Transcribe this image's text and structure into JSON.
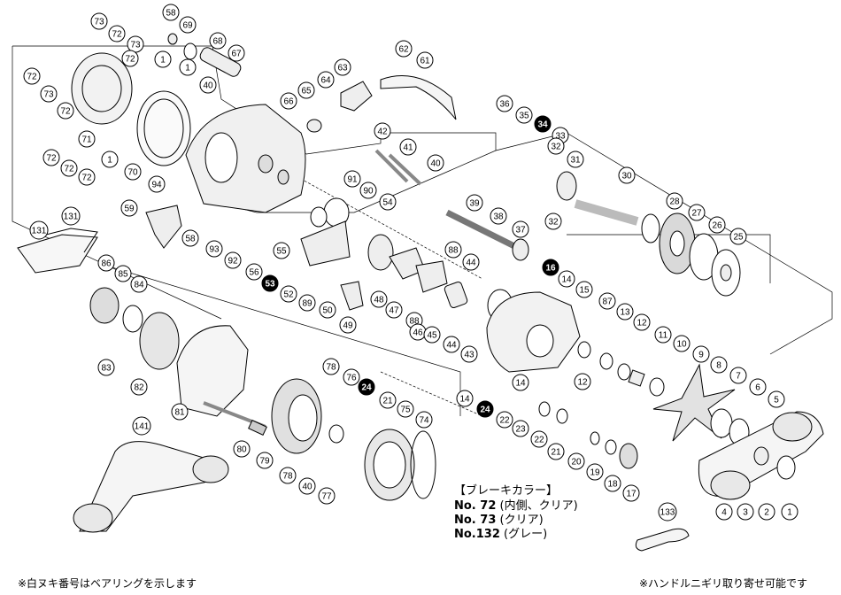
{
  "caption": {
    "title": "【ブレーキカラー】",
    "lines": [
      {
        "no": "No.  72",
        "desc": "(内側、クリア)"
      },
      {
        "no": "No.  73",
        "desc": "(クリア)"
      },
      {
        "no": "No.132",
        "desc": "(グレー)"
      }
    ]
  },
  "notes": {
    "bearing": "※白ヌキ番号はベアリングを示します",
    "handle": "※ハンドルニギリ取り寄せ可能です"
  },
  "callouts": [
    {
      "n": "73"
    },
    {
      "n": "72"
    },
    {
      "n": "73"
    },
    {
      "n": "72"
    },
    {
      "n": "72"
    },
    {
      "n": "73"
    },
    {
      "n": "72"
    },
    {
      "n": "71"
    },
    {
      "n": "72"
    },
    {
      "n": "72"
    },
    {
      "n": "72"
    },
    {
      "n": "58"
    },
    {
      "n": "69"
    },
    {
      "n": "68"
    },
    {
      "n": "67"
    },
    {
      "n": "1"
    },
    {
      "n": "1"
    },
    {
      "n": "40"
    },
    {
      "n": "1"
    },
    {
      "n": "70"
    },
    {
      "n": "94"
    },
    {
      "n": "62"
    },
    {
      "n": "61"
    },
    {
      "n": "63"
    },
    {
      "n": "65"
    },
    {
      "n": "64"
    },
    {
      "n": "66"
    },
    {
      "n": "42"
    },
    {
      "n": "41"
    },
    {
      "n": "40"
    },
    {
      "n": "91"
    },
    {
      "n": "90"
    },
    {
      "n": "54"
    },
    {
      "n": "59"
    },
    {
      "n": "58"
    },
    {
      "n": "93"
    },
    {
      "n": "92"
    },
    {
      "n": "56"
    },
    {
      "n": "55"
    },
    {
      "n": "53",
      "bold": true
    },
    {
      "n": "52"
    },
    {
      "n": "89"
    },
    {
      "n": "50"
    },
    {
      "n": "49"
    },
    {
      "n": "48"
    },
    {
      "n": "47"
    },
    {
      "n": "88"
    },
    {
      "n": "88"
    },
    {
      "n": "44"
    },
    {
      "n": "46"
    },
    {
      "n": "45"
    },
    {
      "n": "44"
    },
    {
      "n": "43"
    },
    {
      "n": "39"
    },
    {
      "n": "38"
    },
    {
      "n": "37"
    },
    {
      "n": "36"
    },
    {
      "n": "35"
    },
    {
      "n": "34",
      "bold": true
    },
    {
      "n": "33"
    },
    {
      "n": "32"
    },
    {
      "n": "31"
    },
    {
      "n": "32"
    },
    {
      "n": "30"
    },
    {
      "n": "28"
    },
    {
      "n": "27"
    },
    {
      "n": "26"
    },
    {
      "n": "25"
    },
    {
      "n": "131"
    },
    {
      "n": "131"
    },
    {
      "n": "86"
    },
    {
      "n": "85"
    },
    {
      "n": "84"
    },
    {
      "n": "83"
    },
    {
      "n": "82"
    },
    {
      "n": "81"
    },
    {
      "n": "80"
    },
    {
      "n": "141"
    },
    {
      "n": "78"
    },
    {
      "n": "76"
    },
    {
      "n": "24",
      "bold": true
    },
    {
      "n": "21"
    },
    {
      "n": "75"
    },
    {
      "n": "74"
    },
    {
      "n": "79"
    },
    {
      "n": "78"
    },
    {
      "n": "40"
    },
    {
      "n": "77"
    },
    {
      "n": "16",
      "bold": true
    },
    {
      "n": "14"
    },
    {
      "n": "15"
    },
    {
      "n": "87"
    },
    {
      "n": "13"
    },
    {
      "n": "12"
    },
    {
      "n": "11"
    },
    {
      "n": "10"
    },
    {
      "n": "9"
    },
    {
      "n": "8"
    },
    {
      "n": "7"
    },
    {
      "n": "6"
    },
    {
      "n": "5"
    },
    {
      "n": "12"
    },
    {
      "n": "14"
    },
    {
      "n": "14"
    },
    {
      "n": "24",
      "bold": true
    },
    {
      "n": "22"
    },
    {
      "n": "23"
    },
    {
      "n": "22"
    },
    {
      "n": "21"
    },
    {
      "n": "20"
    },
    {
      "n": "19"
    },
    {
      "n": "18"
    },
    {
      "n": "17"
    },
    {
      "n": "4"
    },
    {
      "n": "3"
    },
    {
      "n": "2"
    },
    {
      "n": "1"
    },
    {
      "n": "133"
    }
  ]
}
